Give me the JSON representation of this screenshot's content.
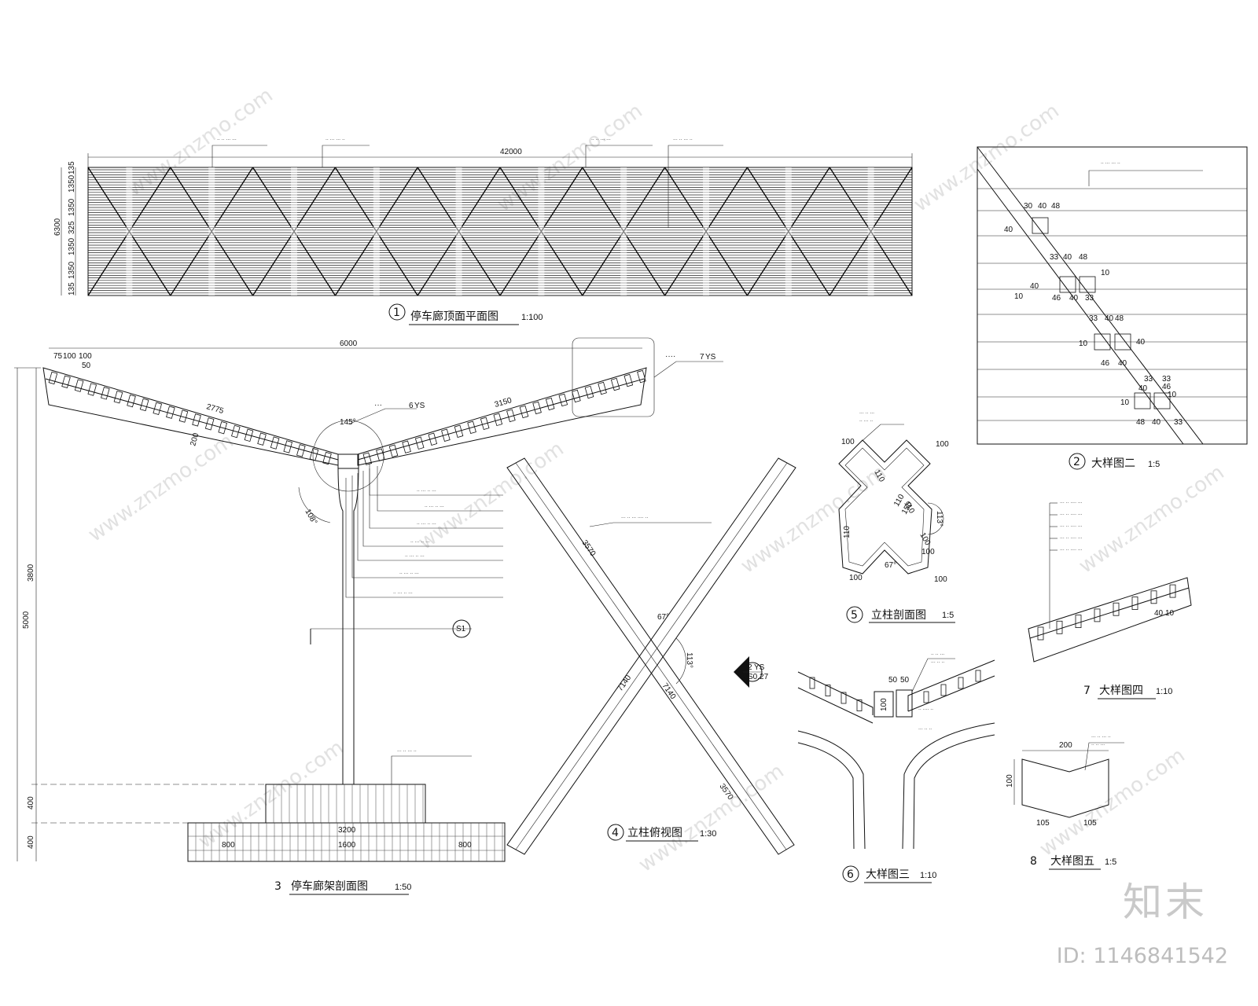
{
  "watermark": {
    "logo": "知末",
    "id": "ID: 1146841542",
    "site": "www.znzmo.com"
  },
  "view1": {
    "num": "1",
    "title": "停车廊顶面平面图",
    "scale": "1:100",
    "dims": {
      "length": "42000",
      "total": "6300",
      "d1": "135",
      "d2": "1350",
      "d3": "1350",
      "d4": "325",
      "d5": "1350",
      "d6": "1350",
      "d7": "135"
    }
  },
  "view2": {
    "num": "2",
    "title": "大样图二",
    "scale": "1:5",
    "dims": [
      "30",
      "40",
      "48",
      "40",
      "33",
      "40",
      "48",
      "10",
      "40",
      "10",
      "46",
      "40",
      "33",
      "33",
      "40",
      "48",
      "40",
      "10",
      "46",
      "40",
      "33",
      "33",
      "46",
      "40",
      "10",
      "10",
      "48",
      "40",
      "33"
    ]
  },
  "view3": {
    "num": "3",
    "title": "停车廊架剖面图",
    "scale": "1:50",
    "dims": {
      "width": "6000",
      "a": "75",
      "b": "100",
      "c": "100",
      "d": "50",
      "left": "2775",
      "right": "3150",
      "web": "200",
      "total_h": "5000",
      "col_h": "3800",
      "base1": "400",
      "base2": "400",
      "foot": "3200",
      "f1": "800",
      "f2": "1600",
      "f3": "800",
      "angle_top": "145°",
      "angle_bottom": "108°"
    },
    "refs": {
      "detail6": "6",
      "detail6_sheet": "YS",
      "detail7": "7",
      "detail7_sheet": "YS",
      "section": "S1"
    }
  },
  "view4": {
    "num": "4",
    "title": "立柱俯视图",
    "scale": "1:30",
    "dims": {
      "arm_ul": "3570",
      "arm_br": "3570",
      "long1": "7140",
      "long2": "7140",
      "ang_top": "67°",
      "ang_right": "113°"
    },
    "ref": {
      "top": "2",
      "sheet": "YS",
      "code": "JS0.27"
    }
  },
  "view5": {
    "num": "5",
    "title": "立柱剖面图",
    "scale": "1:5",
    "dims": [
      "100",
      "100",
      "100",
      "110",
      "110",
      "100",
      "100",
      "110",
      "110",
      "150",
      "113°",
      "67°",
      "100"
    ]
  },
  "view6": {
    "num": "6",
    "title": "大样图三",
    "scale": "1:10",
    "dims": [
      "50",
      "50",
      "100"
    ]
  },
  "view7": {
    "num": "7",
    "title": "大样图四",
    "scale": "1:10",
    "dims": [
      "40",
      "10"
    ]
  },
  "view8": {
    "num": "8",
    "title": "大样图五",
    "scale": "1:5",
    "dims": [
      "200",
      "100",
      "105",
      "105"
    ]
  }
}
